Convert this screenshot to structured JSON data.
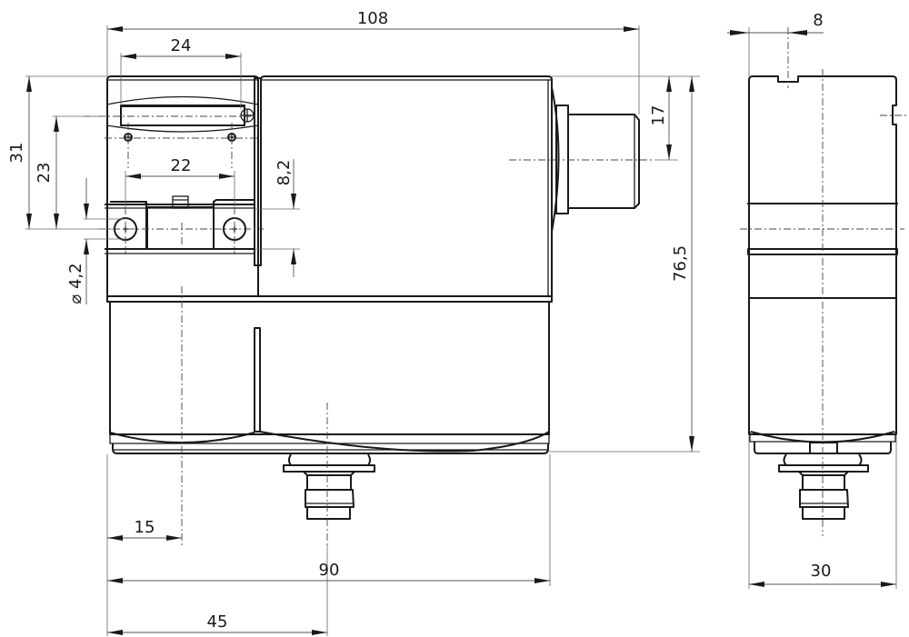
{
  "drawing": {
    "type": "technical dimension drawing",
    "views": [
      "front-view",
      "side-view"
    ],
    "line_color": "#1a1a1a",
    "background": "#ffffff"
  },
  "dimensions": {
    "overall_length": "108",
    "top_window_width": "24",
    "height_31": "31",
    "height_23": "23",
    "hole_spacing": "22",
    "tab_height": "8,2",
    "hole_diameter": "⌀ 4,2",
    "shaft_offset": "17",
    "overall_height": "76,5",
    "left_offset": "15",
    "body_width": "90",
    "half_width": "45",
    "side_notch": "8",
    "side_width": "30"
  }
}
